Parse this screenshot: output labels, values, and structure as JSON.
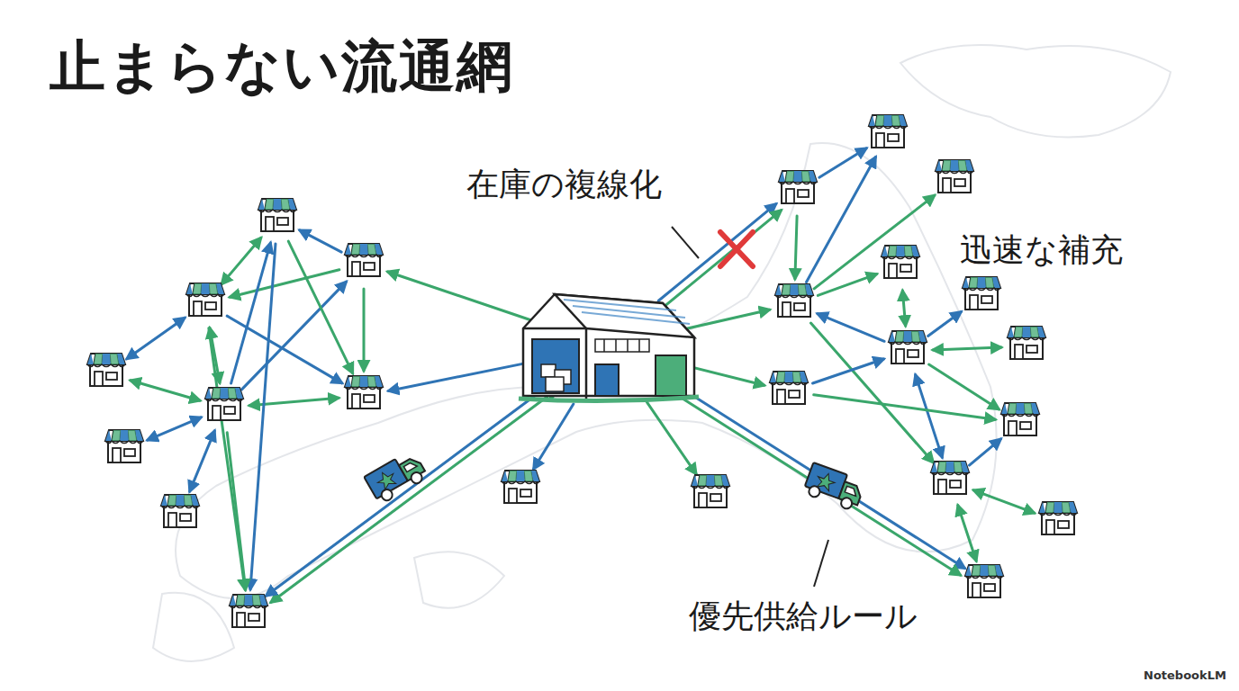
{
  "diagram": {
    "title": "止まらない流通網",
    "labels": [
      "在庫の複線化",
      "迅速な補充",
      "優先供給ルール",
      "NotebookLM"
    ]
  }
}
